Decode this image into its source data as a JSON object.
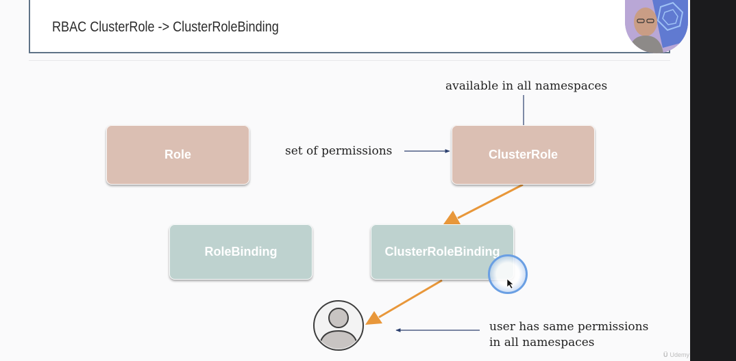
{
  "slide": {
    "title": "RBAC ClusterRole -> ClusterRoleBinding"
  },
  "boxes": {
    "role": "Role",
    "cluster_role": "ClusterRole",
    "role_binding": "RoleBinding",
    "cluster_role_binding": "ClusterRoleBinding"
  },
  "annotations": {
    "available": "available in all namespaces",
    "set_of_permissions": "set of permissions",
    "user_line1": "user has same permissions",
    "user_line2": "in all namespaces"
  },
  "watermark": {
    "logo": "Ü",
    "text": "Udemy"
  },
  "colors": {
    "role_box": "#dbbfb3",
    "binding_box": "#bed2cf",
    "flow_arrow": "#e8973a",
    "pointer_arrow": "#2b3f6e",
    "title_border": "#5f7387"
  }
}
